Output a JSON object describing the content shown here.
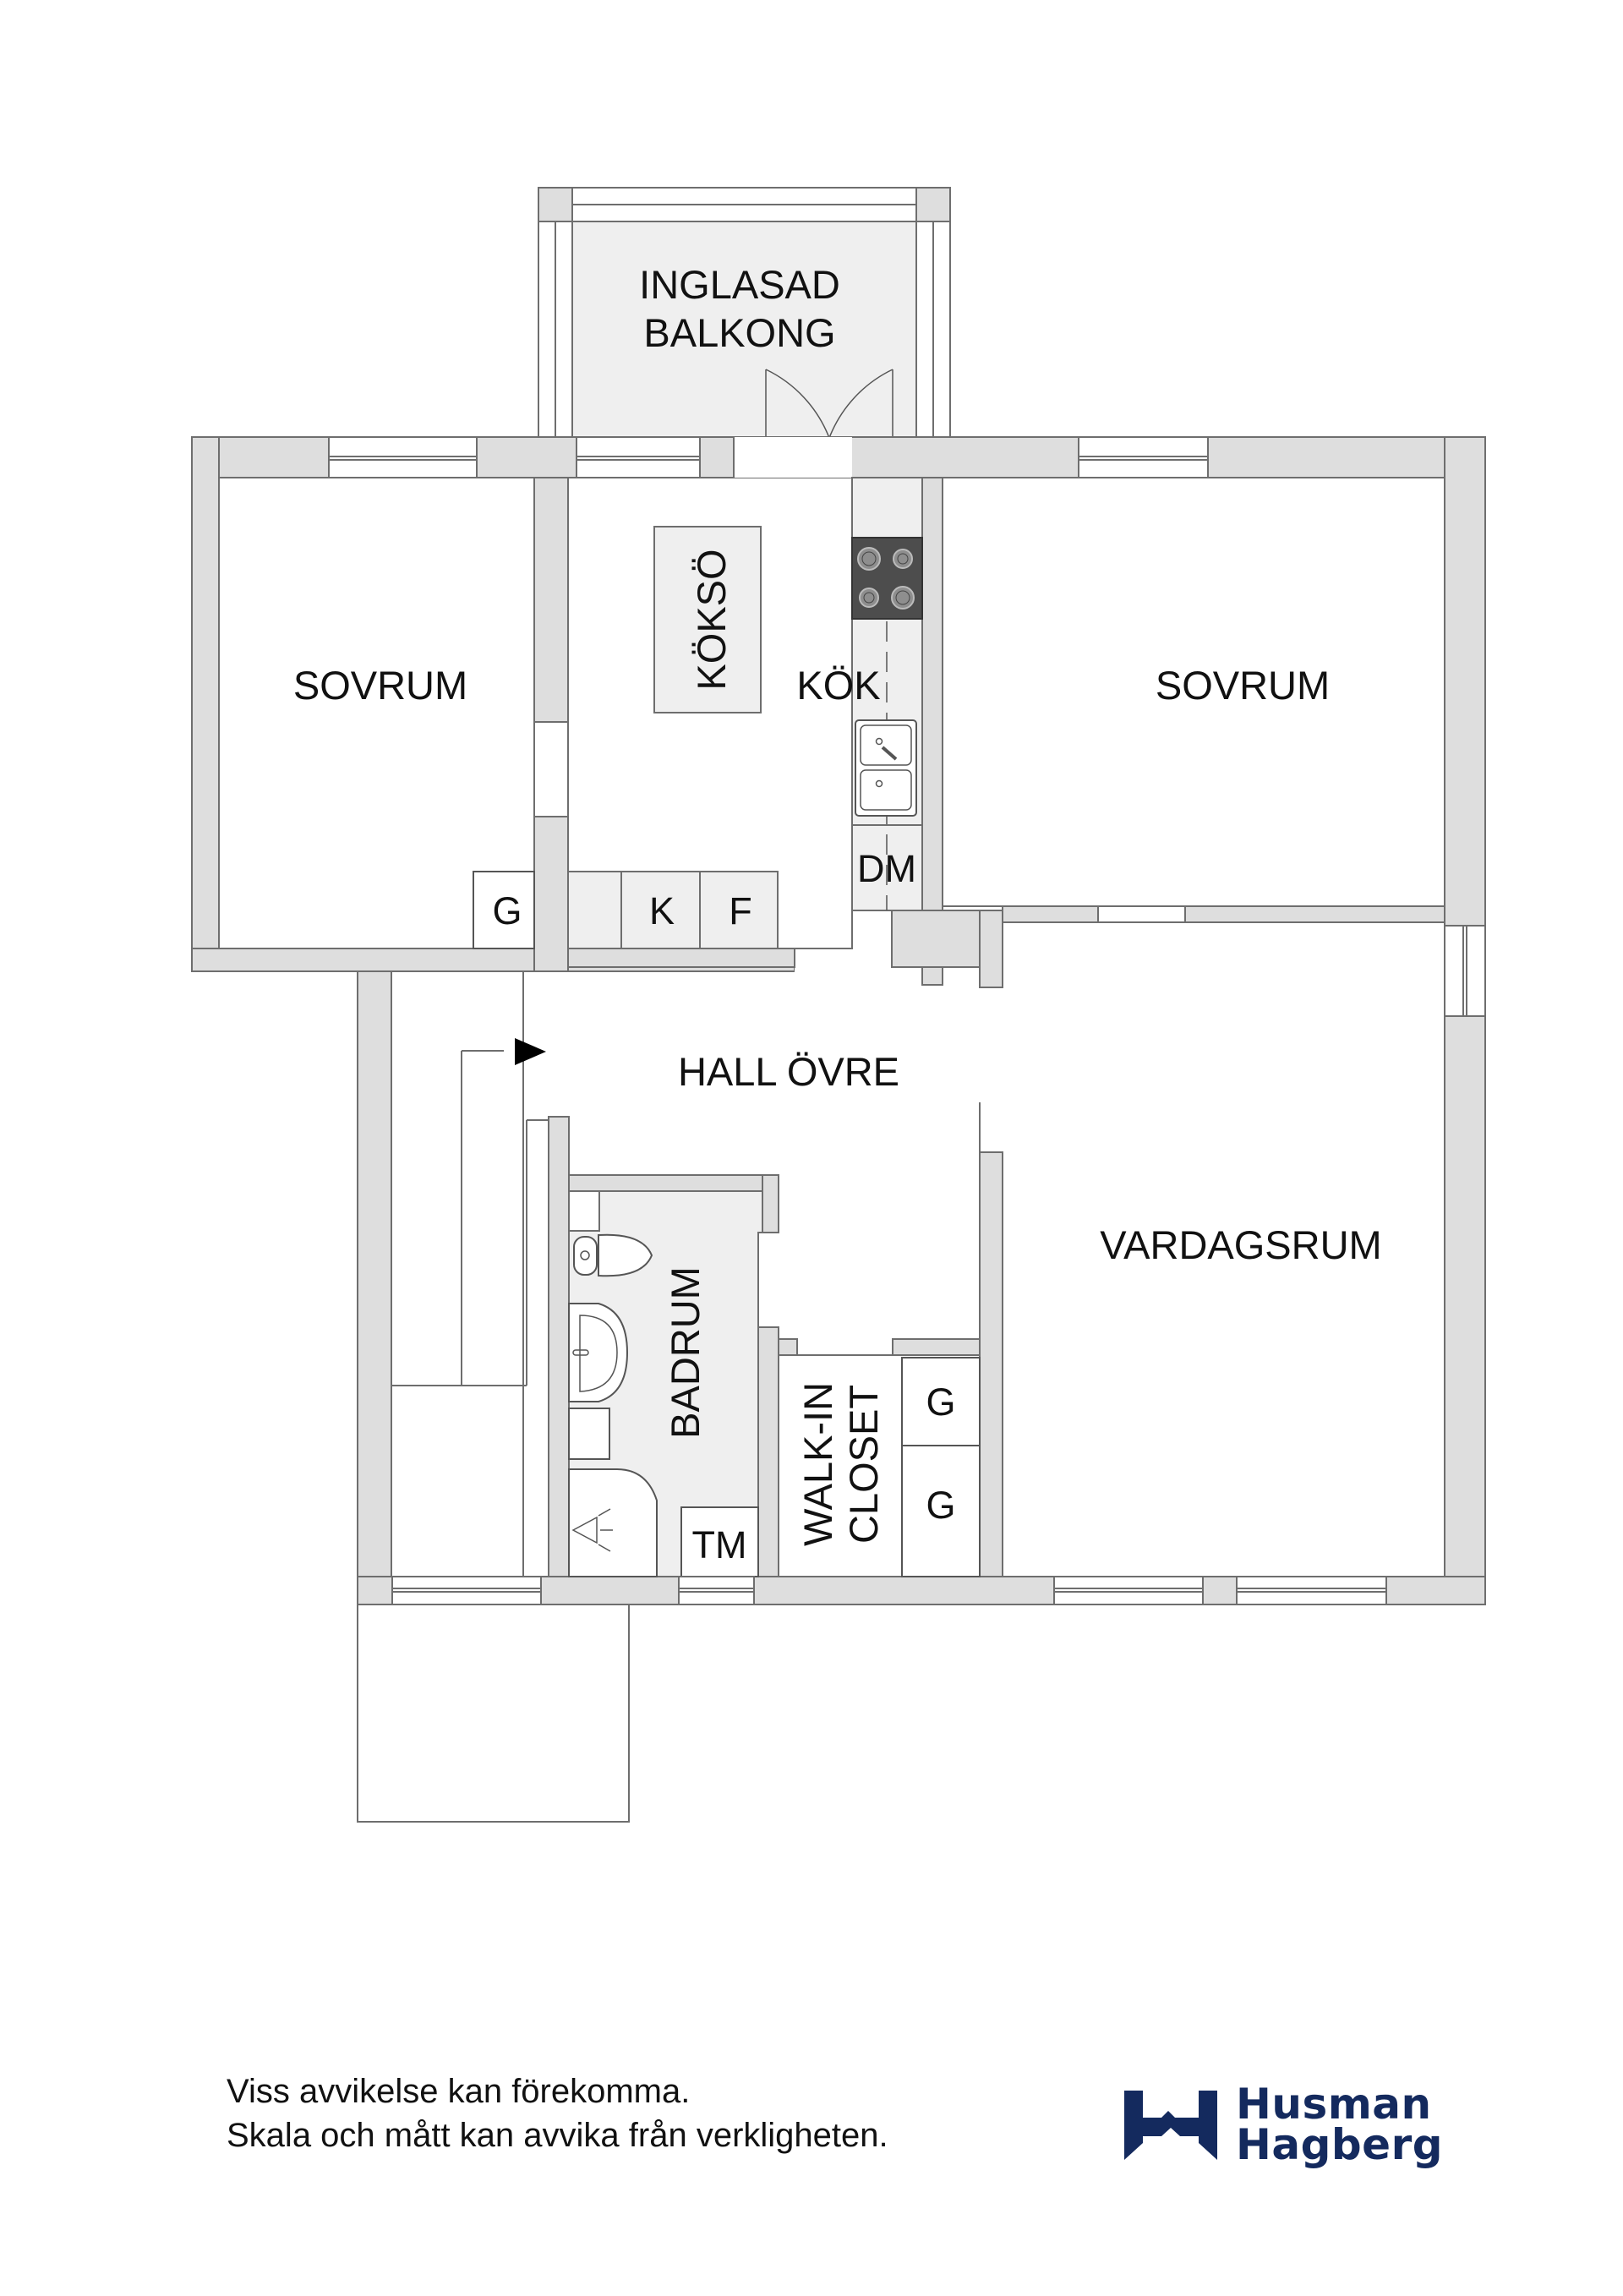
{
  "plan": {
    "rooms": {
      "balcony_line1": "INGLASAD",
      "balcony_line2": "BALKONG",
      "bedroom_left": "SOVRUM",
      "kitchen_island": "KÖKSÖ",
      "kitchen": "KÖK",
      "bedroom_right": "SOVRUM",
      "hall": "HALL ÖVRE",
      "living_room": "VARDAGSRUM",
      "bathroom": "BADRUM",
      "walkin_line1": "WALK-IN",
      "walkin_line2": "CLOSET"
    },
    "fixtures": {
      "wardrobe_bedroom_left": "G",
      "fridge_k": "K",
      "freezer_f": "F",
      "dishwasher": "DM",
      "washing_machine": "TM",
      "wardrobe_1": "G",
      "wardrobe_2": "G"
    },
    "icons": [
      "stove-icon",
      "sink-icon",
      "toilet-icon",
      "washbasin-icon",
      "shower-icon",
      "stair-arrow-icon",
      "double-door-icon"
    ],
    "colors": {
      "wall": "#dedede",
      "wall_outline": "#6e6e6e",
      "wet_floor": "#efefef",
      "stove": "#4d4d4d",
      "brand": "#142a5e"
    }
  },
  "footer": {
    "disclaimer_line1": "Viss avvikelse kan förekomma.",
    "disclaimer_line2": "Skala och mått kan avvika från verkligheten."
  },
  "brand": {
    "line1": "Husman",
    "line2": "Hagberg"
  }
}
